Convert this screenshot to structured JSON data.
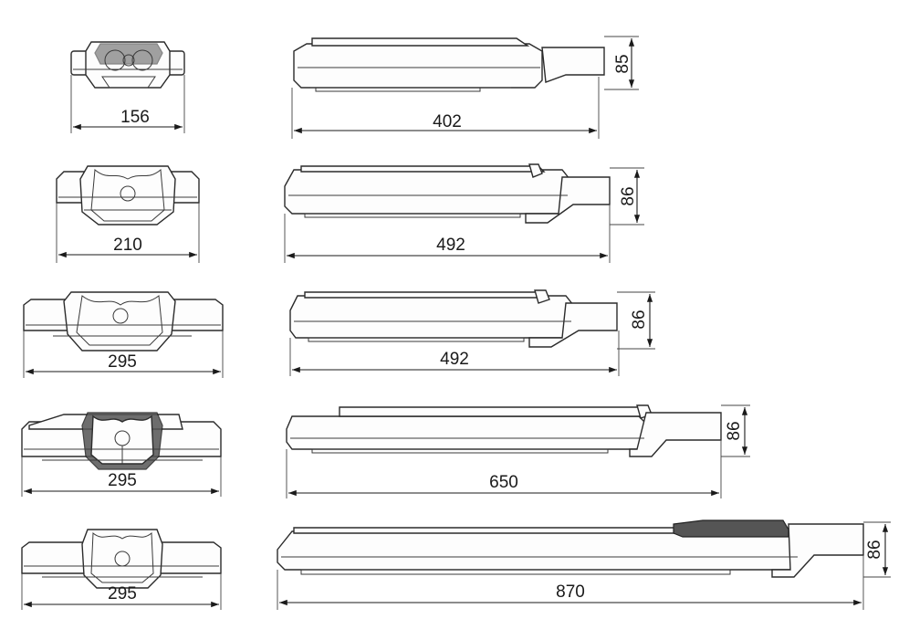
{
  "rows": [
    {
      "id": "row-1",
      "front_width_label": "156",
      "side_length_label": "402",
      "side_height_label": "85"
    },
    {
      "id": "row-2",
      "front_width_label": "210",
      "side_length_label": "492",
      "side_height_label": "86"
    },
    {
      "id": "row-3",
      "front_width_label": "295",
      "side_length_label": "492",
      "side_height_label": "86"
    },
    {
      "id": "row-4",
      "front_width_label": "295",
      "side_length_label": "650",
      "side_height_label": "86"
    },
    {
      "id": "row-5",
      "front_width_label": "295",
      "side_length_label": "870",
      "side_height_label": "86"
    }
  ],
  "colors": {
    "line": "#1a1a1a",
    "body": "#fdfdfd",
    "dark_part": "#555555"
  }
}
